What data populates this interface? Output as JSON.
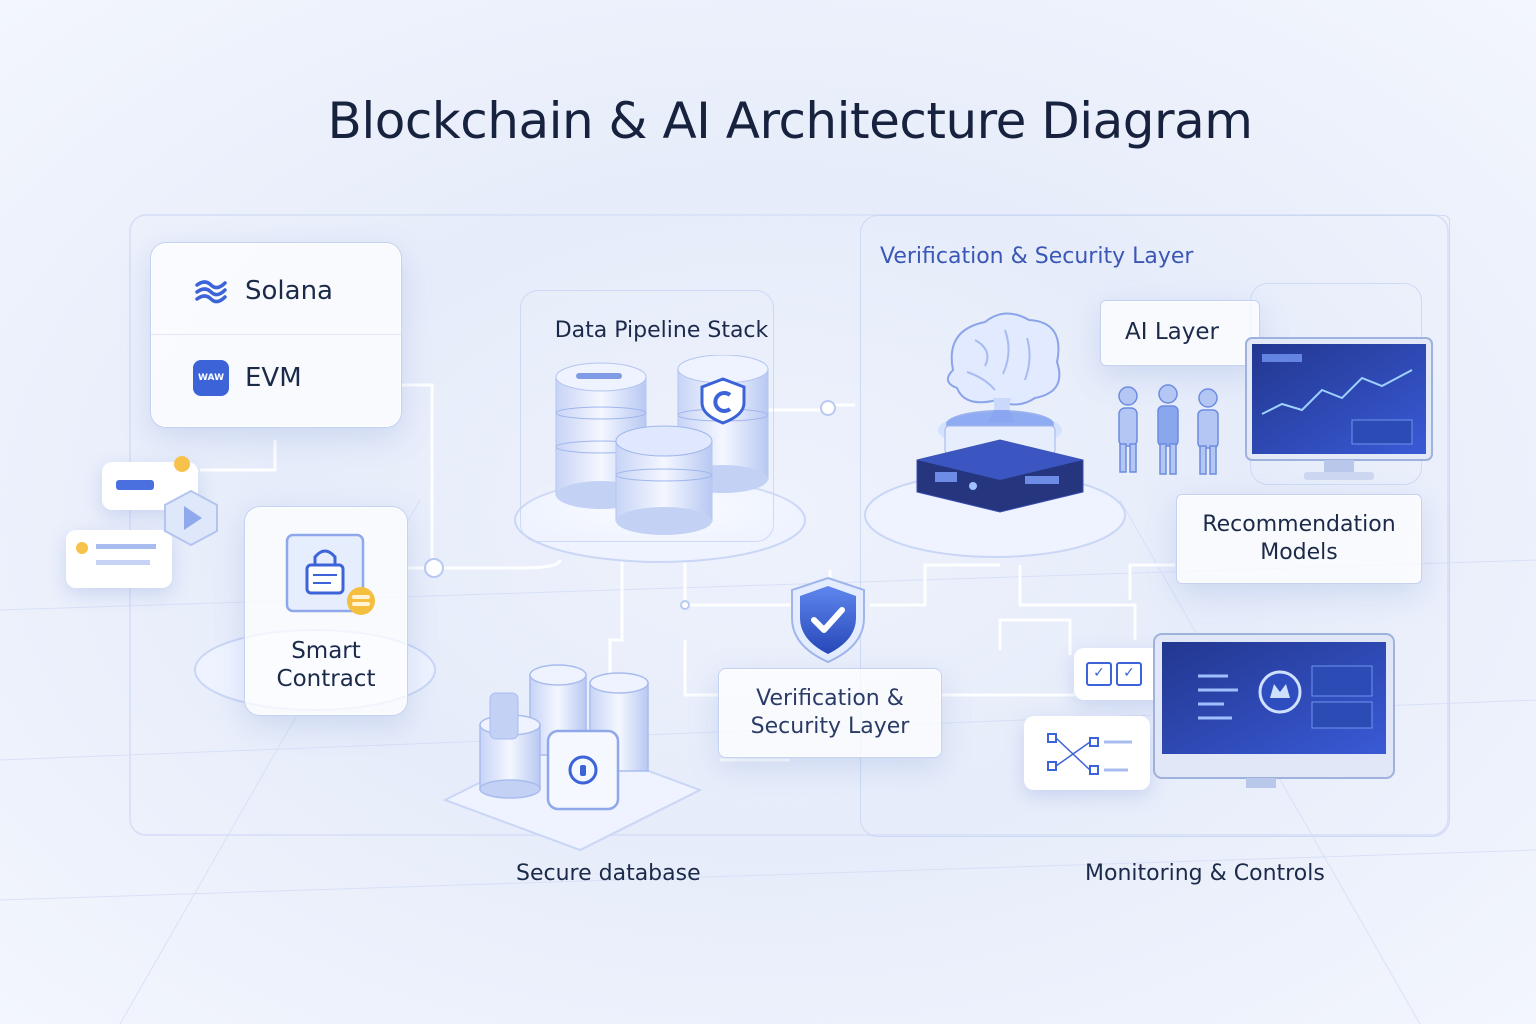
{
  "title": "Blockchain & AI Architecture Diagram",
  "chains": [
    {
      "label": "Solana",
      "icon": "solana-icon"
    },
    {
      "label": "EVM",
      "icon": "evm-icon",
      "badge": "WAW"
    }
  ],
  "smart_contract": {
    "label_line1": "Smart",
    "label_line2": "Contract",
    "icon": "lock-document-icon"
  },
  "pipeline": {
    "label": "Data Pipeline Stack",
    "icon": "database-stack-icon"
  },
  "security_group": {
    "label": "Verification & Security Layer"
  },
  "ai_layer": {
    "label": "AI Layer",
    "icon": "brain-chip-icon"
  },
  "recommendation": {
    "label_line1": "Recommendation",
    "label_line2": "Models"
  },
  "verification": {
    "label_line1": "Verification &",
    "label_line2": "Security Layer",
    "icon": "shield-check-icon"
  },
  "secure_db": {
    "label": "Secure database",
    "icon": "secure-database-icon"
  },
  "monitoring": {
    "label": "Monitoring & Controls",
    "icon": "monitor-dashboard-icon"
  },
  "colors": {
    "accent": "#3c63d8",
    "line": "#ffffff",
    "bg": "#e9eefb",
    "text": "#17223f"
  }
}
